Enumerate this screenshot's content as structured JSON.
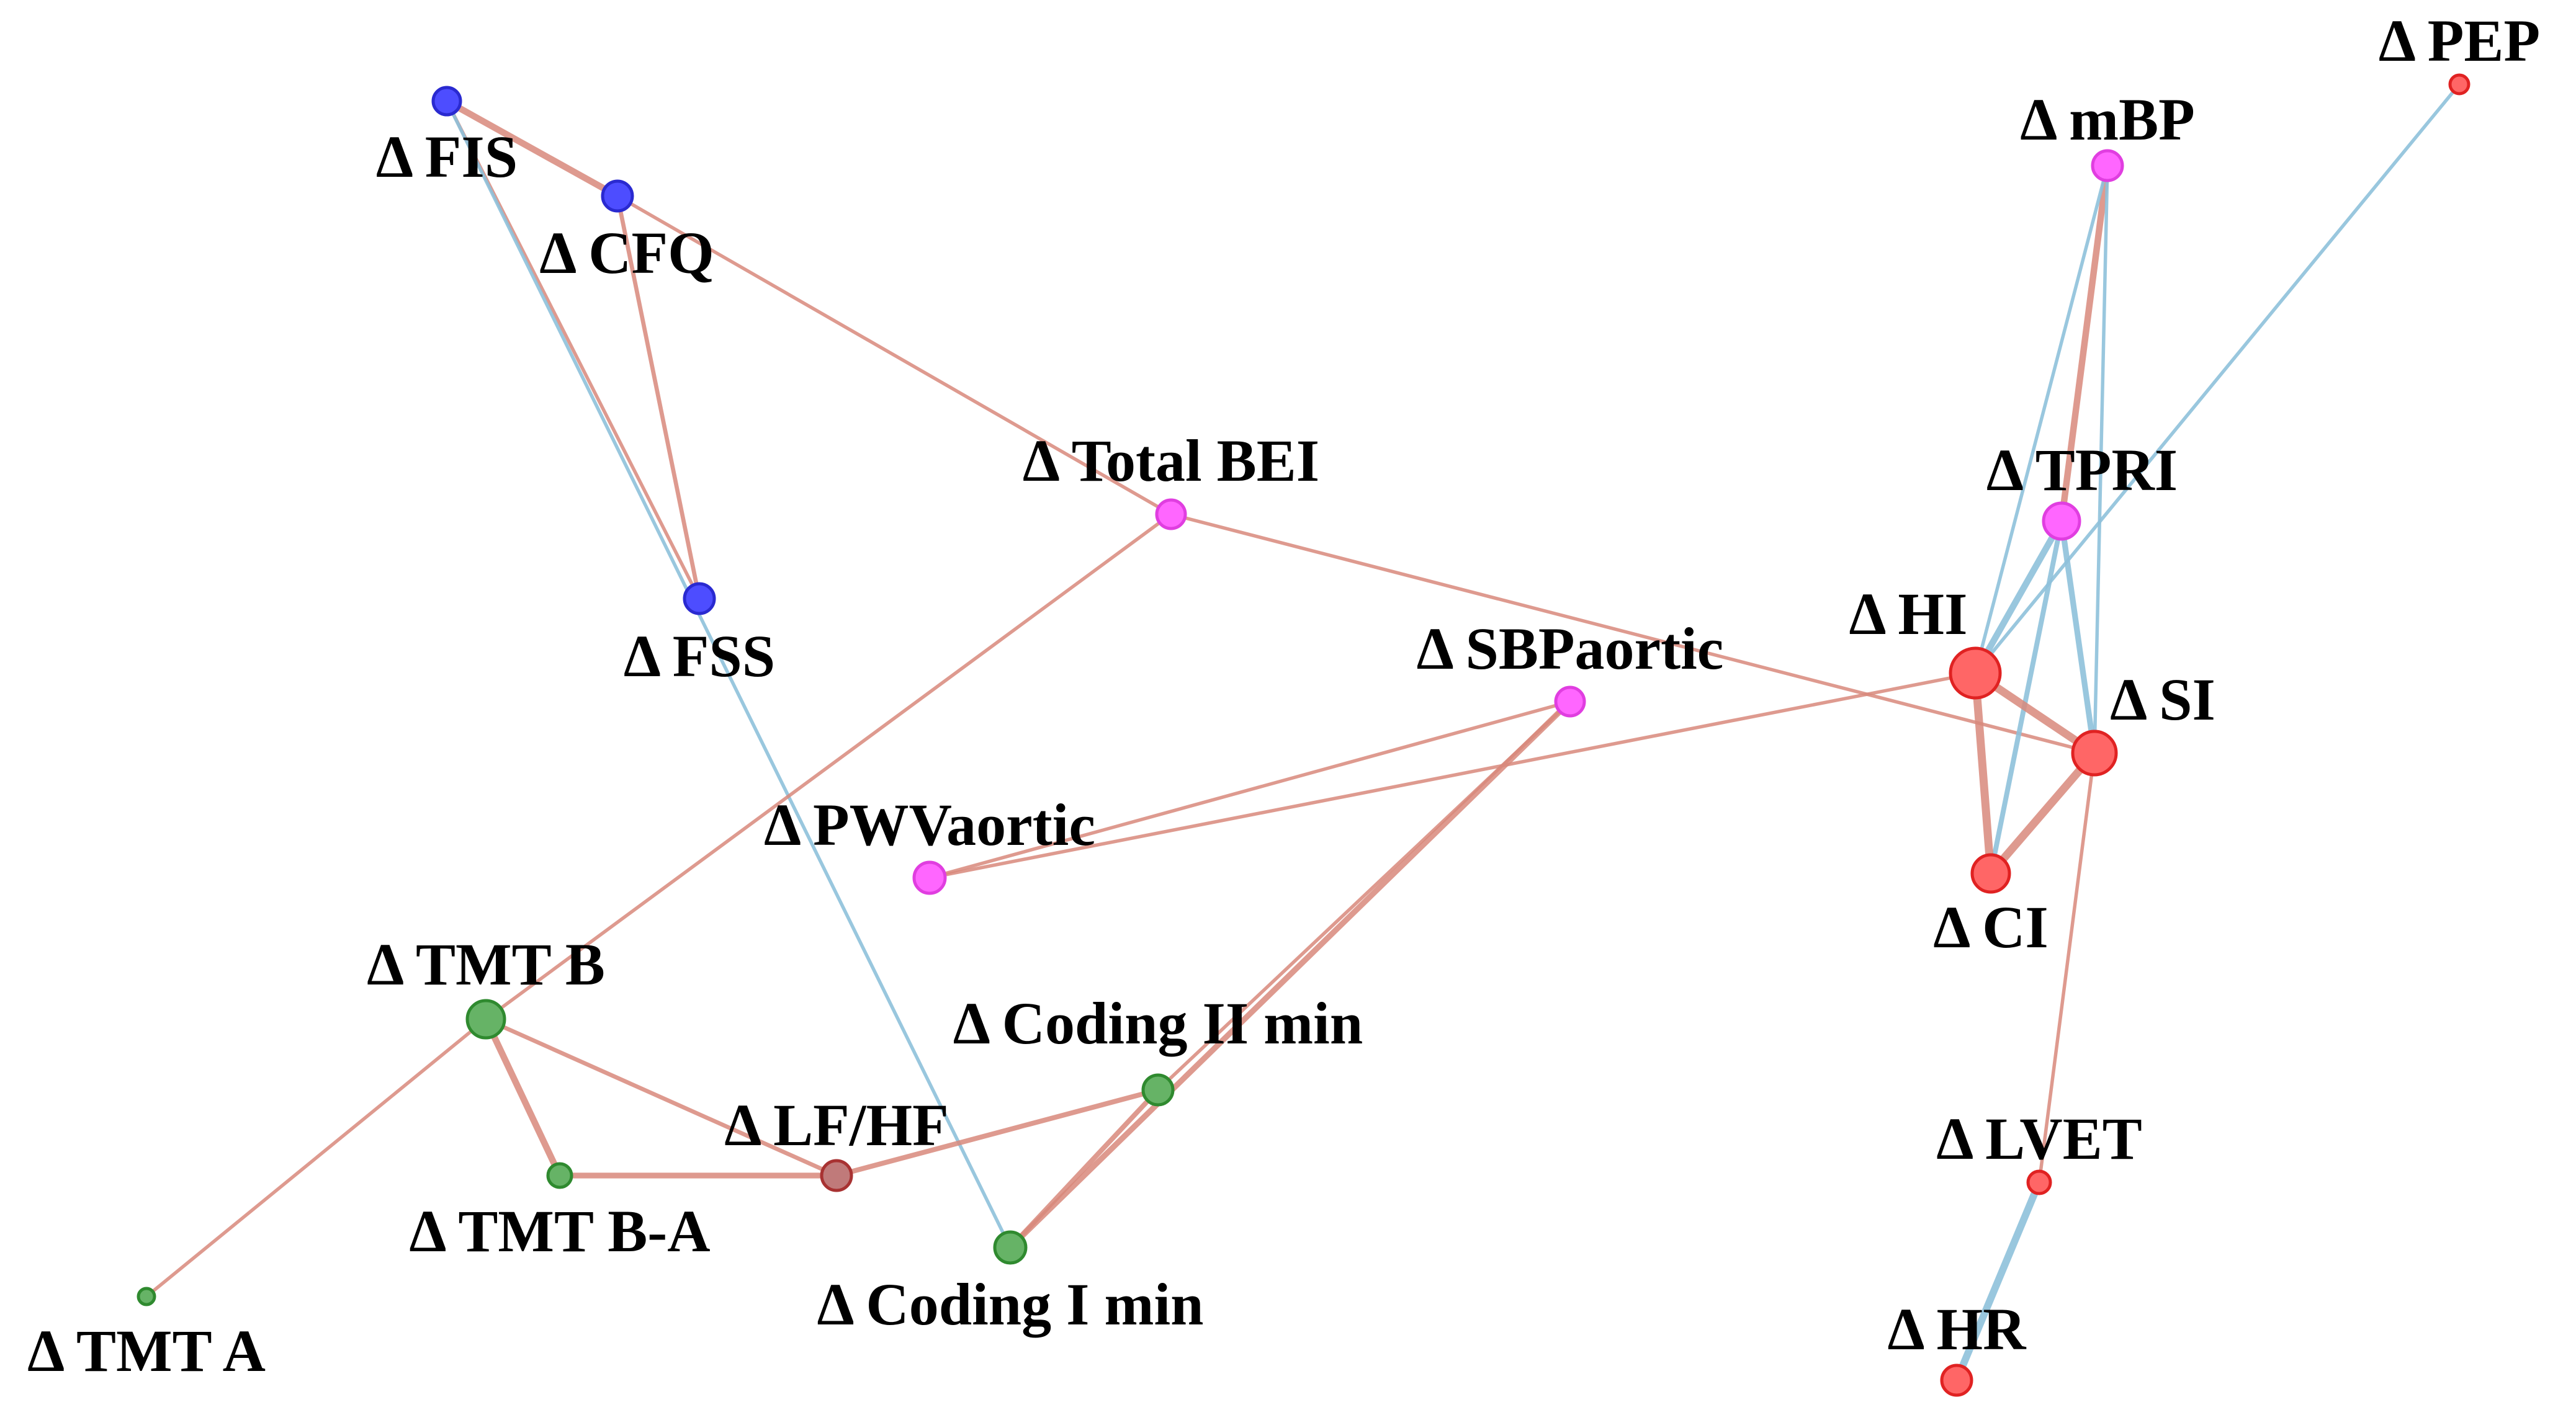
{
  "colors": {
    "positive_edge": "#d9897c",
    "negative_edge": "#8ec1db",
    "fatigue_group": "#4d4dff",
    "hemodynamic_group": "#ff66ff",
    "cognitive_group": "#66b366",
    "cardiac_group": "#ff6666",
    "autonomic_group": "#c07a7a"
  },
  "nodes": [
    {
      "id": "fis",
      "label": "Δ FIS",
      "group": "fatigue"
    },
    {
      "id": "cfq",
      "label": "Δ CFQ",
      "group": "fatigue"
    },
    {
      "id": "fss",
      "label": "Δ FSS",
      "group": "fatigue"
    },
    {
      "id": "total_bei",
      "label": "Δ Total BEI",
      "group": "hemodynamic"
    },
    {
      "id": "sbp_aortic",
      "label": "Δ SBPaortic",
      "group": "hemodynamic"
    },
    {
      "id": "pwv_aortic",
      "label": "Δ PWVaortic",
      "group": "hemodynamic"
    },
    {
      "id": "mbp",
      "label": "Δ mBP",
      "group": "hemodynamic"
    },
    {
      "id": "tpri",
      "label": "Δ TPRI",
      "group": "hemodynamic"
    },
    {
      "id": "pep",
      "label": "Δ PEP",
      "group": "cardiac"
    },
    {
      "id": "hi",
      "label": "Δ HI",
      "group": "cardiac"
    },
    {
      "id": "si",
      "label": "Δ SI",
      "group": "cardiac"
    },
    {
      "id": "ci",
      "label": "Δ CI",
      "group": "cardiac"
    },
    {
      "id": "lvet",
      "label": "Δ LVET",
      "group": "cardiac"
    },
    {
      "id": "hr",
      "label": "Δ HR",
      "group": "cardiac"
    },
    {
      "id": "tmt_b",
      "label": "Δ TMT B",
      "group": "cognitive"
    },
    {
      "id": "tmt_ba",
      "label": "Δ TMT B-A",
      "group": "cognitive"
    },
    {
      "id": "tmt_a",
      "label": "Δ TMT A",
      "group": "cognitive"
    },
    {
      "id": "coding_ii",
      "label": "Δ Coding II min",
      "group": "cognitive"
    },
    {
      "id": "coding_i",
      "label": "Δ Coding I min",
      "group": "cognitive"
    },
    {
      "id": "lf_hf",
      "label": "Δ LF/HF",
      "group": "autonomic"
    }
  ],
  "edges": [
    {
      "from": "fis",
      "to": "cfq",
      "sign": "positive",
      "strength": 3
    },
    {
      "from": "fis",
      "to": "fss",
      "sign": "positive",
      "strength": 1
    },
    {
      "from": "fis",
      "to": "coding_i",
      "sign": "negative",
      "strength": 1
    },
    {
      "from": "cfq",
      "to": "fss",
      "sign": "positive",
      "strength": 1.5
    },
    {
      "from": "cfq",
      "to": "total_bei",
      "sign": "positive",
      "strength": 1
    },
    {
      "from": "total_bei",
      "to": "si",
      "sign": "positive",
      "strength": 1
    },
    {
      "from": "total_bei",
      "to": "tmt_b",
      "sign": "positive",
      "strength": 1
    },
    {
      "from": "sbp_aortic",
      "to": "pwv_aortic",
      "sign": "positive",
      "strength": 1
    },
    {
      "from": "sbp_aortic",
      "to": "coding_i",
      "sign": "positive",
      "strength": 2.5
    },
    {
      "from": "sbp_aortic",
      "to": "coding_ii",
      "sign": "positive",
      "strength": 1
    },
    {
      "from": "pwv_aortic",
      "to": "hi",
      "sign": "positive",
      "strength": 1
    },
    {
      "from": "tmt_b",
      "to": "tmt_ba",
      "sign": "positive",
      "strength": 3
    },
    {
      "from": "tmt_b",
      "to": "lf_hf",
      "sign": "positive",
      "strength": 1.5
    },
    {
      "from": "tmt_b",
      "to": "tmt_a",
      "sign": "positive",
      "strength": 1
    },
    {
      "from": "tmt_ba",
      "to": "lf_hf",
      "sign": "positive",
      "strength": 2.5
    },
    {
      "from": "lf_hf",
      "to": "coding_ii",
      "sign": "positive",
      "strength": 2
    },
    {
      "from": "coding_ii",
      "to": "coding_i",
      "sign": "positive",
      "strength": 2
    },
    {
      "from": "mbp",
      "to": "tpri",
      "sign": "positive",
      "strength": 3
    },
    {
      "from": "mbp",
      "to": "hi",
      "sign": "negative",
      "strength": 1
    },
    {
      "from": "mbp",
      "to": "si",
      "sign": "negative",
      "strength": 1
    },
    {
      "from": "pep",
      "to": "hi",
      "sign": "negative",
      "strength": 1
    },
    {
      "from": "tpri",
      "to": "hi",
      "sign": "negative",
      "strength": 3
    },
    {
      "from": "tpri",
      "to": "ci",
      "sign": "negative",
      "strength": 2
    },
    {
      "from": "tpri",
      "to": "si",
      "sign": "negative",
      "strength": 2.5
    },
    {
      "from": "hi",
      "to": "si",
      "sign": "positive",
      "strength": 4
    },
    {
      "from": "hi",
      "to": "ci",
      "sign": "positive",
      "strength": 4
    },
    {
      "from": "si",
      "to": "ci",
      "sign": "positive",
      "strength": 4
    },
    {
      "from": "si",
      "to": "lvet",
      "sign": "positive",
      "strength": 1
    },
    {
      "from": "lvet",
      "to": "hr",
      "sign": "negative",
      "strength": 3.5
    }
  ]
}
